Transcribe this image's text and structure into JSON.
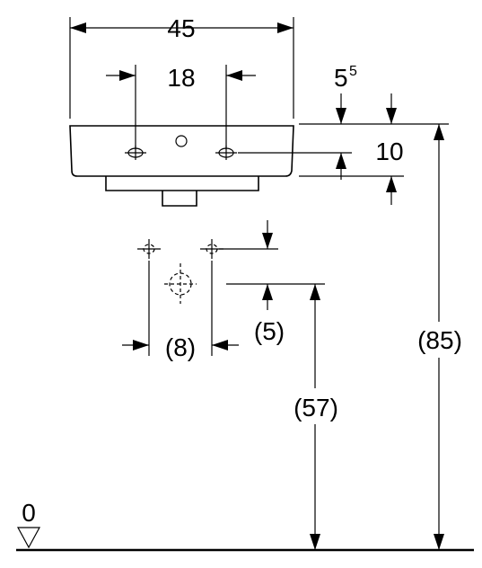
{
  "dimensions": {
    "overall_width": "45",
    "tap_spacing": "18",
    "rim_thickness_base": "5",
    "rim_thickness_sup": "5",
    "tap_height": "10",
    "supply_spacing": "(8)",
    "supply_offset": "(5)",
    "waste_height": "(57)",
    "rim_height": "(85)",
    "floor_level": "0"
  }
}
